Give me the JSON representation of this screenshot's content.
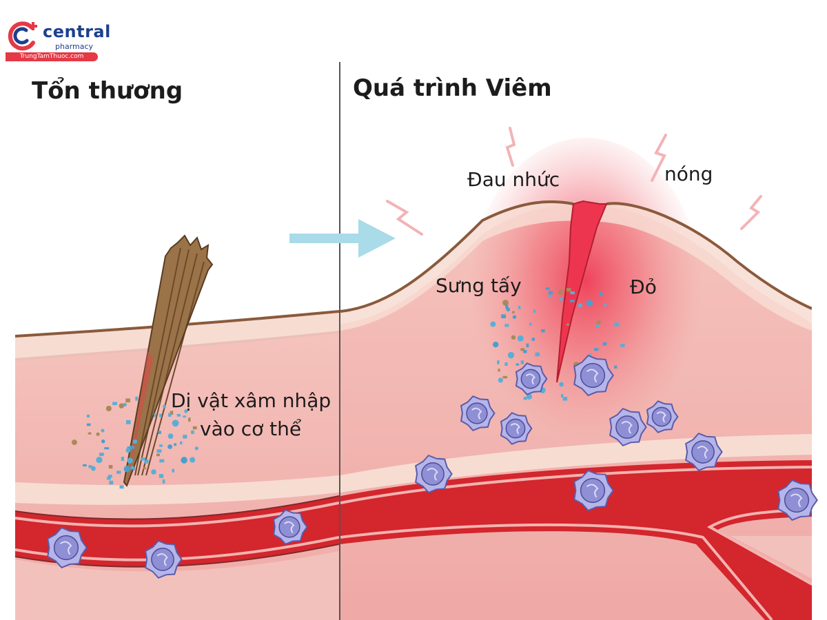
{
  "logo": {
    "brand": "central",
    "sub": "pharmacy",
    "url": "TrungTamThuoc.com",
    "colors": {
      "blue": "#1d3f8f",
      "red": "#e53946"
    }
  },
  "left_panel": {
    "heading": "Tổn thương",
    "label_line1": "Dị vật xâm nhập",
    "label_line2": "vào cơ thể"
  },
  "right_panel": {
    "heading": "Quá trình Viêm",
    "labels": {
      "pain": "Đau nhức",
      "heat": "nóng",
      "swelling": "Sưng tấy",
      "redness": "Đỏ"
    }
  },
  "colors": {
    "skin_top": "#f6dcd0",
    "skin_line": "#8a5a3c",
    "tissue": "#f1b6b4",
    "vessel": "#d3262d",
    "cell": "#8f8fd6",
    "arrow": "#a9dbe8",
    "inflammation": "#ee4a5e"
  }
}
